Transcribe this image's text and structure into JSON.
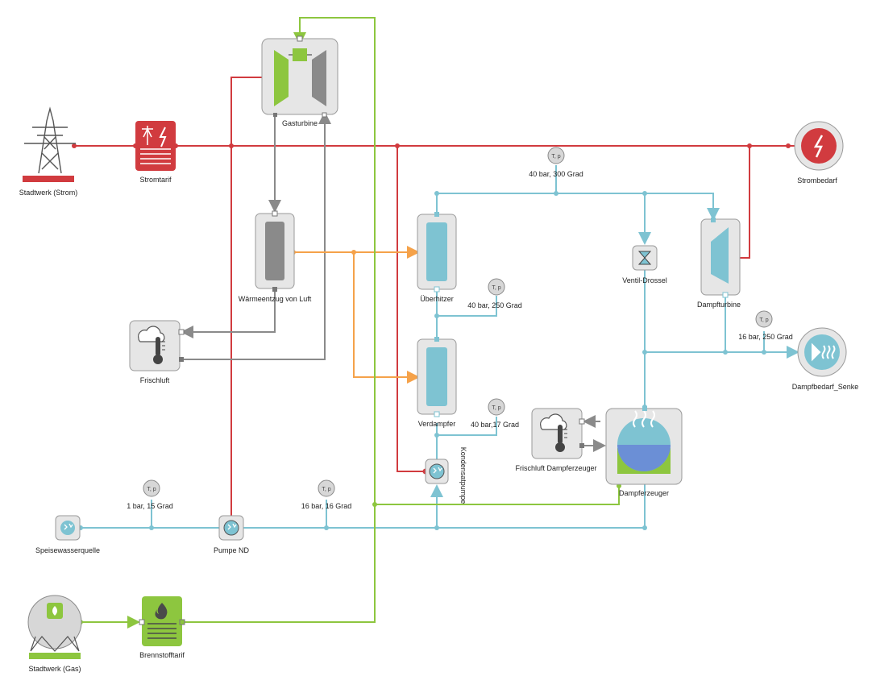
{
  "diagram": {
    "colors": {
      "electric": "#d13b3f",
      "water": "#7ec3d2",
      "gas": "#8dc63f",
      "heat": "#f5a24a",
      "air": "#8a8a8a",
      "box": "#e6e6e6",
      "box_border": "#9a9a9a"
    },
    "components": {
      "stadtwerk_strom": "Stadtwerk (Strom)",
      "stromtarif": "Stromtarif",
      "gasturbine": "Gasturbine",
      "strombedarf": "Strombedarf",
      "waermeentzug": "Wärmeentzug von Luft",
      "frischluft": "Frischluft",
      "ueberhitzer": "Überhitzer",
      "verdampfer": "Verdampfer",
      "kondensatpumpe": "Kondensatpumpe",
      "ventil_drossel": "Ventil-Drossel",
      "dampfturbine": "Dampfturbine",
      "dampfbedarf": "Dampfbedarf_Senke",
      "frischluft_dampferzeuger": "Frischluft Dampferzeuger",
      "dampferzeuger": "Dampferzeuger",
      "speisewasserquelle": "Speisewasserquelle",
      "pumpe_nd": "Pumpe ND",
      "stadtwerk_gas": "Stadtwerk (Gas)",
      "brennstofftarif": "Brennstofftarif"
    },
    "sensors": [
      {
        "id": "s1",
        "symbol": "T, p",
        "reading": "40 bar, 300 Grad"
      },
      {
        "id": "s2",
        "symbol": "T, p",
        "reading": "40 bar, 250 Grad"
      },
      {
        "id": "s3",
        "symbol": "T, p",
        "reading": "16 bar, 250 Grad"
      },
      {
        "id": "s4",
        "symbol": "T, p",
        "reading": "40 bar,17 Grad"
      },
      {
        "id": "s5",
        "symbol": "T, p",
        "reading": "1 bar, 15 Grad"
      },
      {
        "id": "s6",
        "symbol": "T, p",
        "reading": "16 bar, 16 Grad"
      }
    ]
  }
}
